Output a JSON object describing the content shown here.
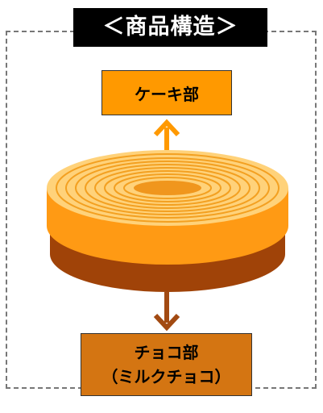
{
  "title": "＜商品構造＞",
  "layers": {
    "cake_label": "ケーキ部",
    "choco_label_line1": "チョコ部",
    "choco_label_line2": "（ミルクチョコ）"
  },
  "colors": {
    "cake_box": "#ff9900",
    "choco_box": "#d47512",
    "cake_arrow": "#ff9900",
    "choco_arrow": "#a24a12",
    "cake_top": "#ffd27a",
    "cake_rings": "#f3a021",
    "cake_side": "#ff9a14",
    "choco_side": "#a04308",
    "title_bg": "#000000",
    "frame": "#777777"
  }
}
